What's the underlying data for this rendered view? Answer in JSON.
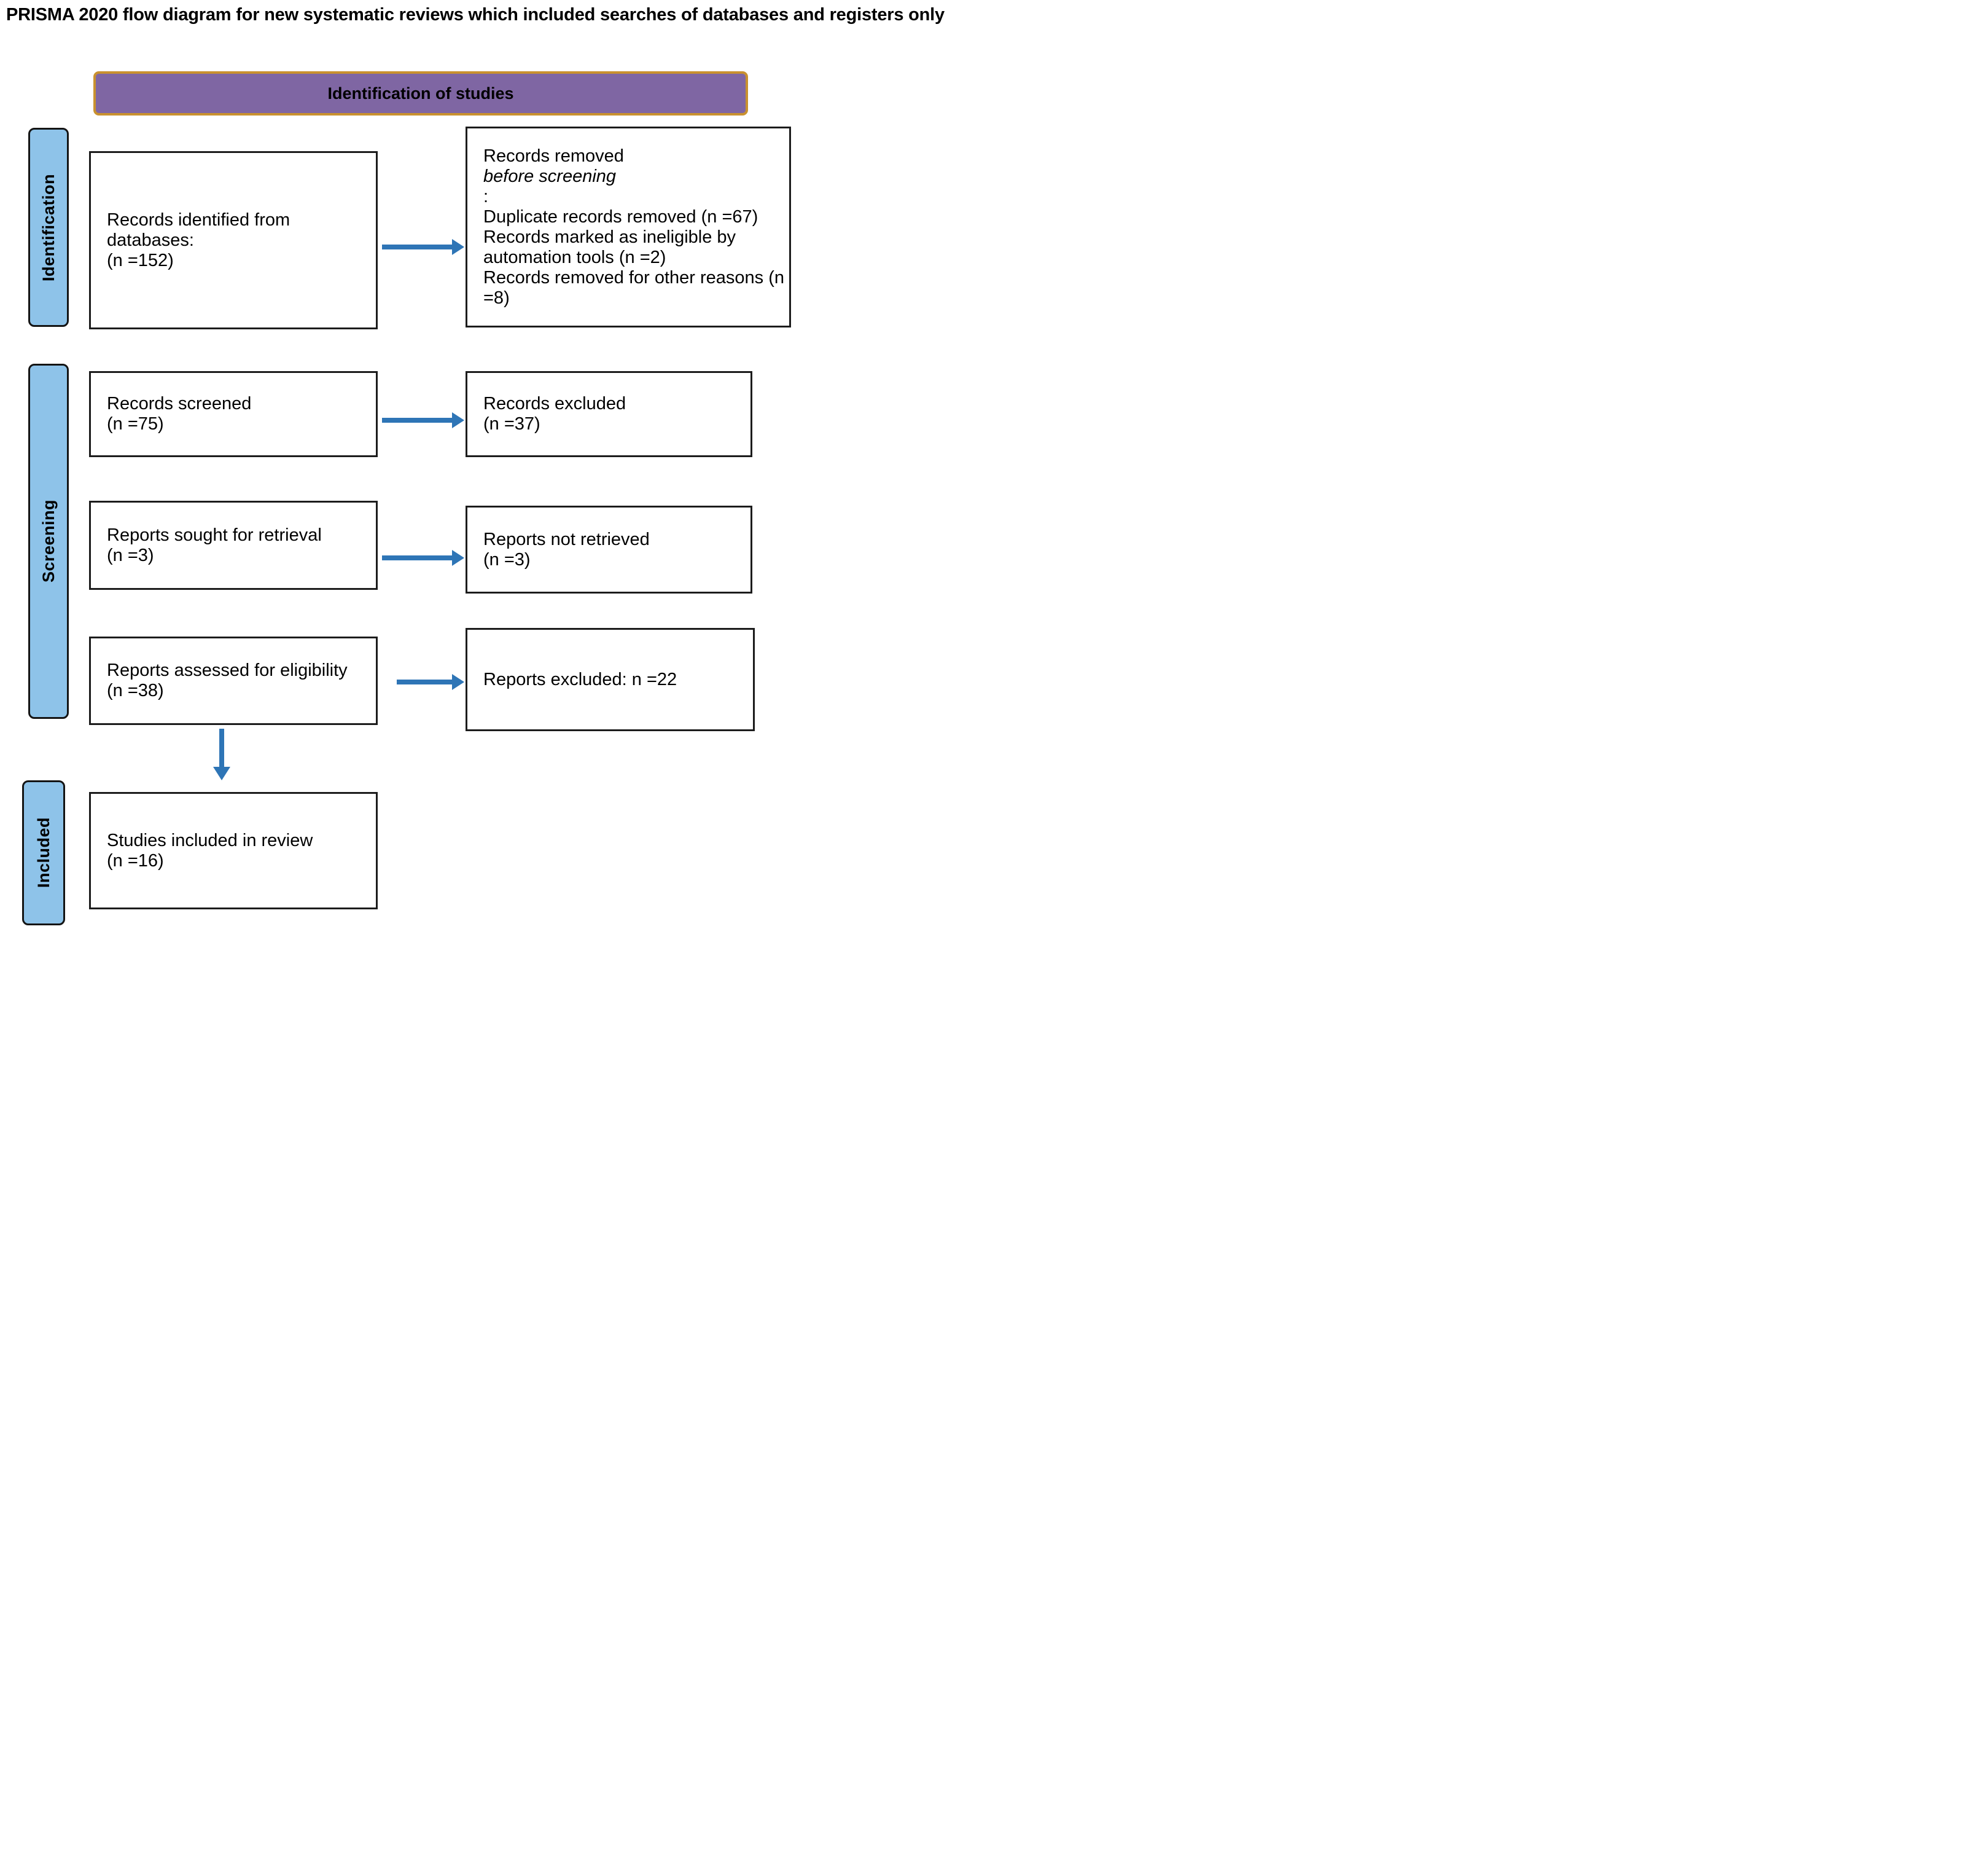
{
  "title": "PRISMA 2020 flow diagram for new systematic reviews which included searches of databases and registers only",
  "header": {
    "label": "Identification of studies"
  },
  "sidebar_stages": [
    {
      "id": "identification",
      "label": "Identification"
    },
    {
      "id": "screening",
      "label": "Screening"
    },
    {
      "id": "included",
      "label": "Included"
    }
  ],
  "boxes": {
    "records_identified": {
      "lines": [
        "Records identified from",
        "databases:",
        "(n =152)"
      ]
    },
    "records_removed": {
      "lines": [
        "Records removed *before screening*:",
        "Duplicate records removed (n =67)",
        "Records marked as ineligible by",
        "automation tools (n =2)",
        "Records removed for other reasons (n",
        "=8)"
      ]
    },
    "records_screened": {
      "lines": [
        "Records screened",
        "(n =75)"
      ]
    },
    "records_excluded": {
      "lines": [
        "Records excluded",
        "(n =37)"
      ]
    },
    "reports_sought": {
      "lines": [
        "Reports sought for retrieval",
        "(n =3)"
      ]
    },
    "reports_not_retrieved": {
      "lines": [
        "Reports not retrieved",
        "(n =3)"
      ]
    },
    "reports_assessed": {
      "lines": [
        "Reports assessed for eligibility",
        "(n =38)"
      ]
    },
    "reports_excluded": {
      "lines": [
        "Reports excluded: n =22"
      ]
    },
    "studies_included": {
      "lines": [
        "Studies included in review",
        "(n =16)"
      ]
    }
  },
  "colors": {
    "arrow": "#2E75B6",
    "stage_fill": "#8EC3E9",
    "stage_border": "#141414",
    "header_fill": "#7F66A3",
    "header_border": "#C9912F",
    "box_border": "#1C1C1C",
    "text": "#000000"
  }
}
